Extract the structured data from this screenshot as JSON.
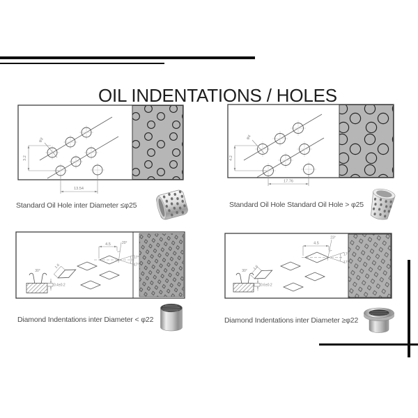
{
  "title": "OIL INDENTATIONS / HOLES",
  "panels": [
    {
      "caption": "Standard Oil Hole inter Diameter ≤φ25",
      "dims": {
        "hole_diameter": "φ3",
        "row_offset": "3.2",
        "hole_spacing": "13.54"
      }
    },
    {
      "caption": "Standard Oil Hole Standard Oil Hole > φ25",
      "dims": {
        "hole_diameter": "φ4",
        "row_offset": "4.2",
        "hole_spacing": "17.76"
      }
    },
    {
      "caption": "Diamond Indentations inter Diameter < φ22",
      "dims": {
        "diagonal": "4.5",
        "edge": "1.6",
        "tip_angle": "20°",
        "flank_angle_top": "17°",
        "flank_angle_bottom": "17°",
        "profile_angle": "30°",
        "depth": "0.4±0.2"
      }
    },
    {
      "caption": "Diamond Indentations inter Diameter ≥φ22",
      "dims": {
        "diagonal": "4.5",
        "edge": "1.6",
        "tip_angle": "23°",
        "flank_angle_top": "17°",
        "flank_angle_bottom": "17°",
        "profile_angle": "30°",
        "depth": "0.6±0.2"
      }
    }
  ],
  "colors": {
    "accent_line": "#0e0e0e",
    "hole_swatch_gray": "#b6b6b6",
    "diamond_swatch_gray": "#a6a6a6"
  }
}
